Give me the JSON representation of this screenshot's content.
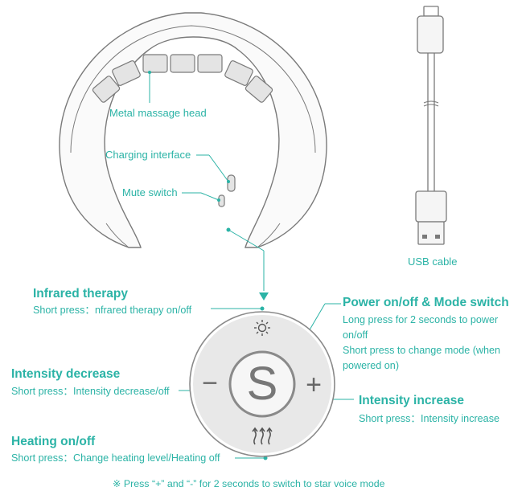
{
  "device": {
    "metal_head": "Metal massage head",
    "charging": "Charging interface",
    "mute": "Mute switch"
  },
  "cable": {
    "label": "USB cable"
  },
  "buttons": {
    "infrared": {
      "title": "Infrared therapy",
      "desc": "Short press：nfrared therapy on/off"
    },
    "power": {
      "title": "Power on/off & Mode switch",
      "line1": "Long press for 2 seconds to power",
      "line2": "on/off",
      "line3": "Short press to change mode (when",
      "line4": "powered on)"
    },
    "decrease": {
      "title": "Intensity decrease",
      "desc": "Short press：Intensity decrease/off"
    },
    "increase": {
      "title": "Intensity increase",
      "desc": "Short press：Intensity increase"
    },
    "heating": {
      "title": "Heating on/off",
      "desc": "Short press：Change heating level/Heating off"
    }
  },
  "panel": {
    "center_letter": "S",
    "minus": "−",
    "plus": "+"
  },
  "note": "※ Press “+” and “-” for 2 seconds to switch to star voice mode",
  "colors": {
    "accent": "#2bb3a6",
    "line_art": "#777777",
    "fill": "#e8e8e8"
  }
}
